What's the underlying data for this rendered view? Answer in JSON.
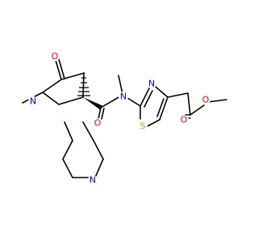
{
  "colors": {
    "bond": "#000000",
    "oxygen": "#ff0000",
    "nitrogen": "#0000ff",
    "sulfur": "#b3a300",
    "background": "#ffffff"
  },
  "atoms": {
    "o_lactam": "O",
    "n_lactam": "N",
    "n_amide": "N",
    "o_amide": "O",
    "n_thiazole": "N",
    "s_thiazole": "S",
    "o_ester_carbonyl": "O",
    "o_ester_ether": "O",
    "n_pyridine": "N"
  }
}
